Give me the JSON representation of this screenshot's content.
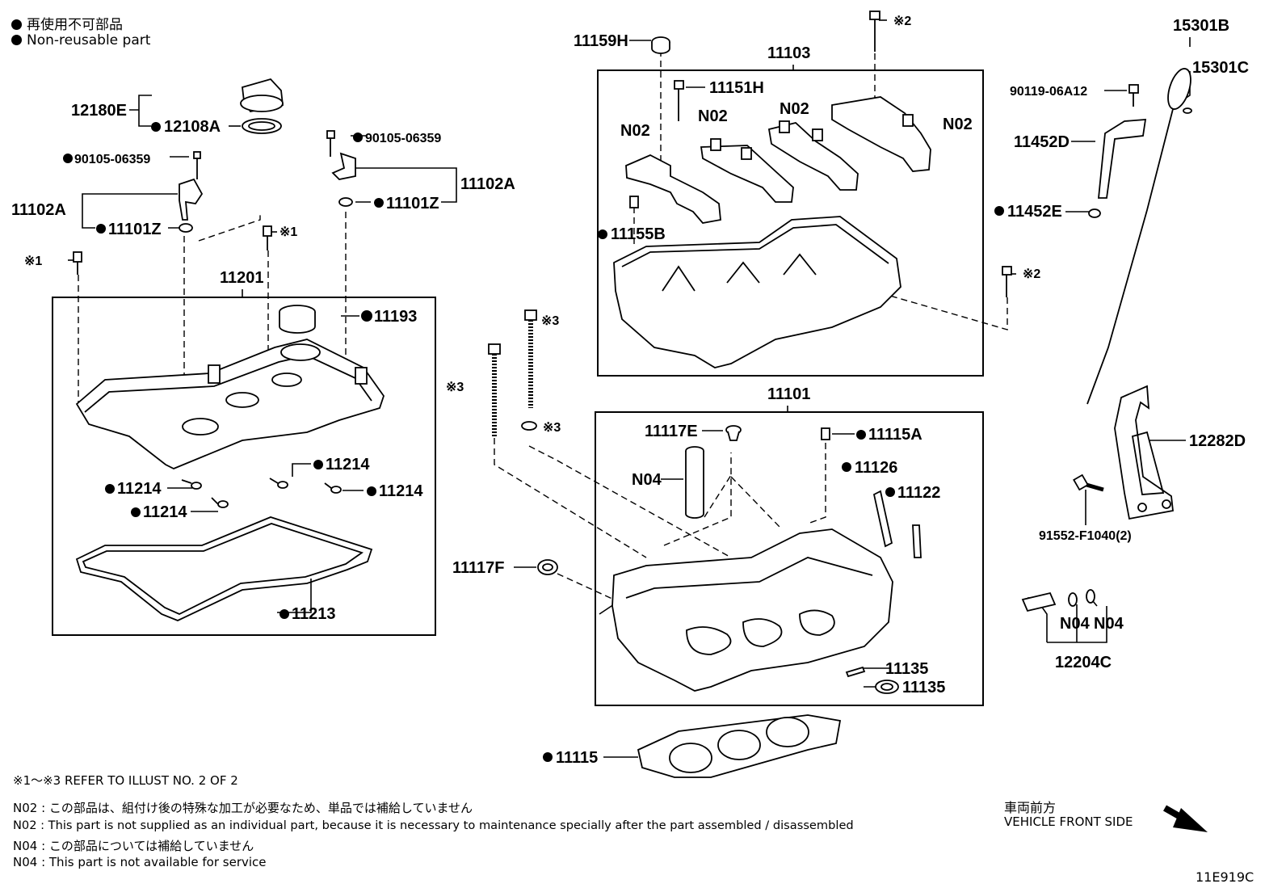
{
  "legend": {
    "non_reusable_jp": "再使用不可部品",
    "non_reusable_en": "Non-reusable part"
  },
  "parts": {
    "p12180E": "12180E",
    "p12108A": "12108A",
    "p90105_06359_a": "90105-06359",
    "p90105_06359_b": "90105-06359",
    "p11102A_left": "11102A",
    "p11102A_right": "11102A",
    "p11101Z_left": "11101Z",
    "p11101Z_right": "11101Z",
    "ref1_a": "※1",
    "ref1_b": "※1",
    "p11201": "11201",
    "p11193": "11193",
    "p11214_a": "11214",
    "p11214_b": "11214",
    "p11214_c": "11214",
    "p11214_d": "11214",
    "p11213": "11213",
    "p11159H": "11159H",
    "ref2_a": "※2",
    "p11103": "11103",
    "p11151H": "11151H",
    "n02_a": "N02",
    "n02_b": "N02",
    "n02_c": "N02",
    "n02_d": "N02",
    "p11155B": "11155B",
    "ref2_b": "※2",
    "ref3_a": "※3",
    "ref3_b": "※3",
    "ref3_c": "※3",
    "p11101": "11101",
    "p11117E": "11117E",
    "p11115A": "11115A",
    "n04_a": "N04",
    "p11126": "11126",
    "p11122": "11122",
    "p11117F": "11117F",
    "p11135_a": "11135",
    "p11135_b": "11135",
    "p11115": "11115",
    "p15301B": "15301B",
    "p15301C": "15301C",
    "p90119_06A12": "90119-06A12",
    "p11452D": "11452D",
    "p11452E": "11452E",
    "p12282D": "12282D",
    "p91552": "91552-F1040(2)",
    "n04_b": "N04",
    "n04_c": "N04",
    "p12204C": "12204C"
  },
  "notes": {
    "refer": "※1～※3  REFER TO ILLUST NO. 2 OF 2",
    "n02_jp": "N02 : この部品は、組付け後の特殊な加工が必要なため、単品では補給していません",
    "n02_en": "N02 : This part is not supplied as an individual part, because it is necessary to maintenance specially after the part assembled / disassembled",
    "n04_jp": "N04 : この部品については補給していません",
    "n04_en": "N04 : This part is not available for service"
  },
  "front": {
    "jp": "車両前方",
    "en": "VEHICLE FRONT SIDE"
  },
  "diagram_code": "11E919C"
}
